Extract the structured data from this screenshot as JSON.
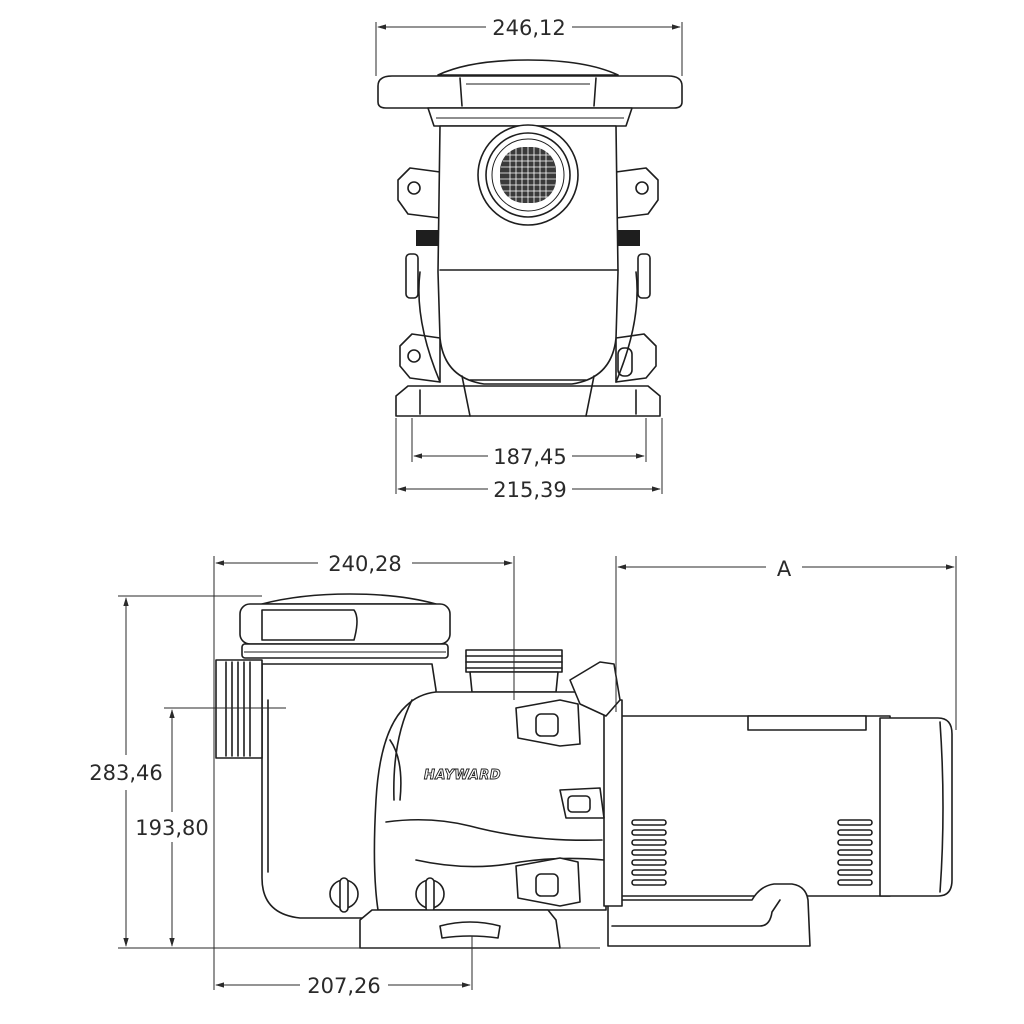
{
  "top_view": {
    "dimensions": {
      "lid_width": "246,12",
      "base_inner_width": "187,45",
      "base_outer_width": "215,39"
    }
  },
  "side_view": {
    "dimensions": {
      "strainer_length": "240,28",
      "motor_length": "A",
      "overall_height": "283,46",
      "inlet_height": "193,80",
      "base_offset": "207,26"
    },
    "brand_label": "HAYWARD"
  }
}
